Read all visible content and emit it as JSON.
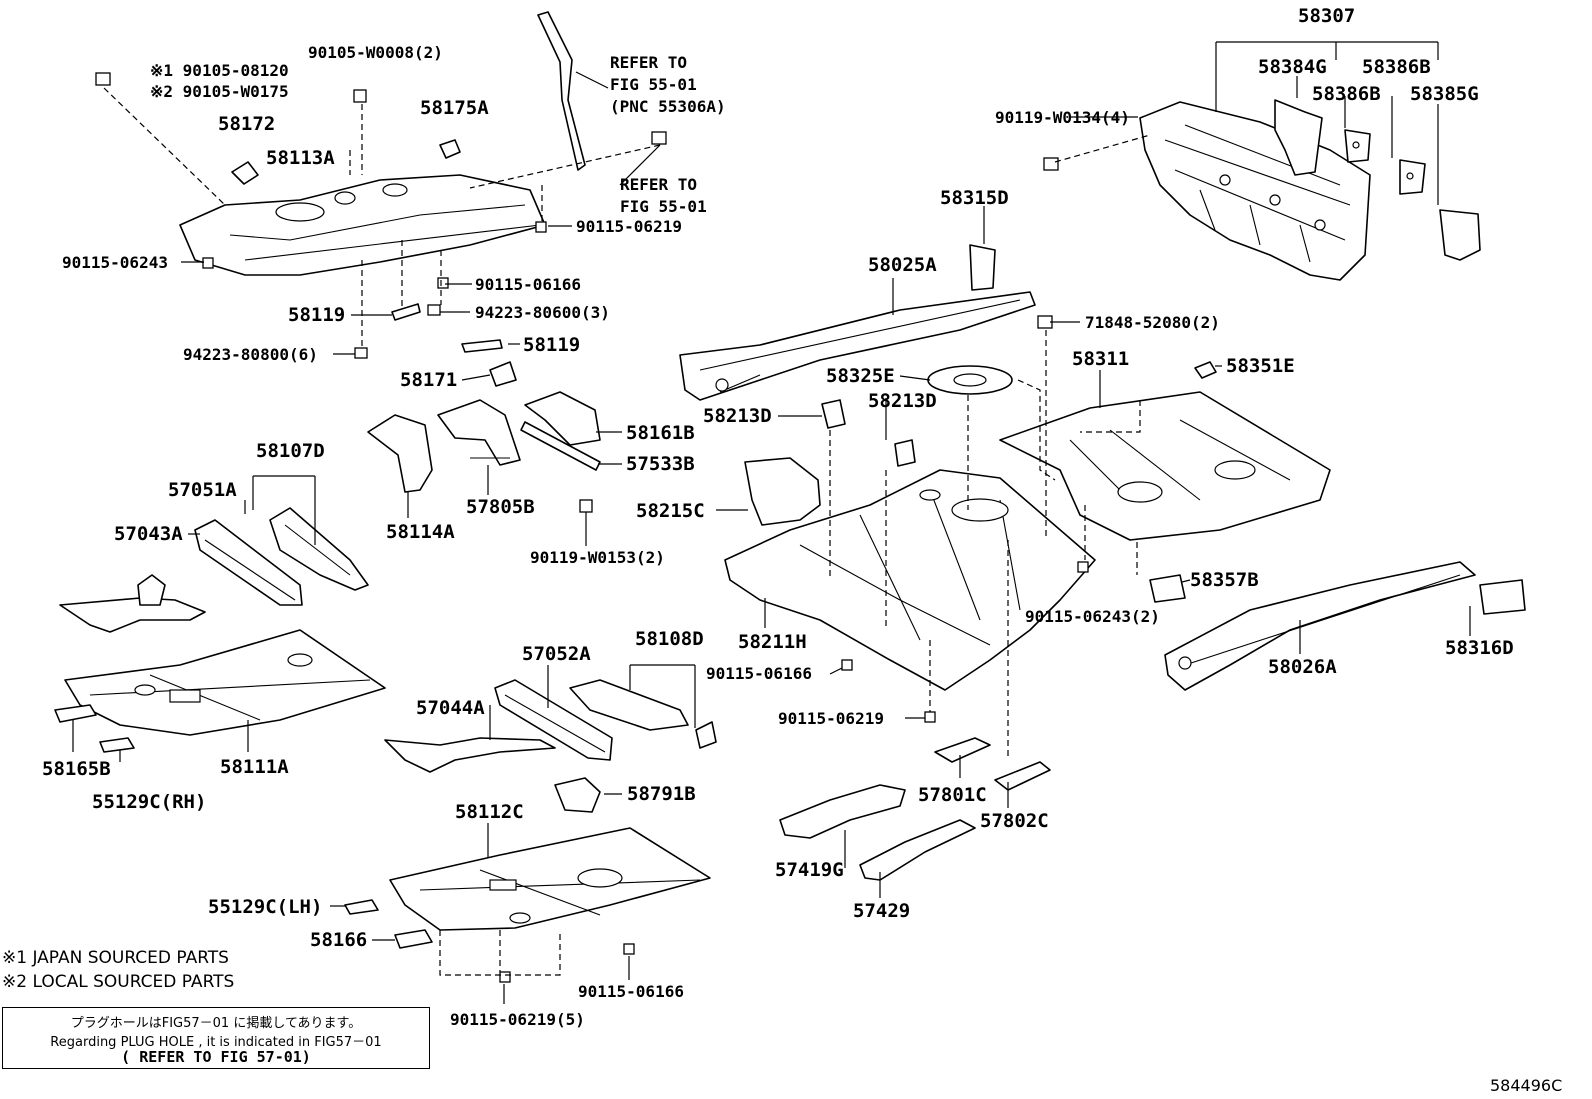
{
  "diagram_id": "584496C",
  "legend": {
    "japan": "※1 JAPAN SOURCED PARTS",
    "local": "※2 LOCAL SOURCED PARTS"
  },
  "note_box": {
    "japanese": "プラグホールはFIG57－01 に掲載してあります。",
    "english": "Regarding  PLUG HOLE  , it  is  indicated  in  FIG57－01",
    "refer": "( REFER TO FIG 57-01)"
  },
  "labels": {
    "p58307": "58307",
    "p58384G": "58384G",
    "p58386B_a": "58386B",
    "p58386B_b": "58386B",
    "p58385G": "58385G",
    "p90119W0134": "90119-W0134(4)",
    "p58315D": "58315D",
    "p58025A": "58025A",
    "p71848": "71848-52080(2)",
    "p58311": "58311",
    "p58351E": "58351E",
    "p58325E": "58325E",
    "p58213D_a": "58213D",
    "p58213D_b": "58213D",
    "p58215C": "58215C",
    "p58211H": "58211H",
    "p58357B": "58357B",
    "p90115_06243_2": "90115-06243(2)",
    "p58026A": "58026A",
    "p58316D": "58316D",
    "p90115_06166_c": "90115-06166",
    "p90115_06219_c": "90115-06219",
    "p57801C": "57801C",
    "p57802C": "57802C",
    "p57419G": "57419G",
    "p57429": "57429",
    "p_ref1_l1": "REFER TO",
    "p_ref1_l2": "FIG 55-01",
    "p_ref1_l3": "(PNC 55306A)",
    "p_ref2_l1": "REFER TO",
    "p_ref2_l2": "FIG 55-01",
    "p90105_08120": "※1 90105-08120",
    "p90105_W0175": "※2 90105-W0175",
    "p90105_W0008": "90105-W0008(2)",
    "p58175A": "58175A",
    "p58172": "58172",
    "p58113A": "58113A",
    "p90115_06219_t": "90115-06219",
    "p90115_06243": "90115-06243",
    "p90115_06166_t": "90115-06166",
    "p58119_a": "58119",
    "p94223_80600": "94223-80600(3)",
    "p94223_80800": "94223-80800(6)",
    "p58119_b": "58119",
    "p58171": "58171",
    "p58161B": "58161B",
    "p57533B": "57533B",
    "p58107D": "58107D",
    "p57051A": "57051A",
    "p58114A": "58114A",
    "p57805B": "57805B",
    "p57043A": "57043A",
    "p90119_W0153": "90119-W0153(2)",
    "p58111A": "58111A",
    "p58165B": "58165B",
    "p55129C_RH": "55129C(RH)",
    "p57052A": "57052A",
    "p58108D": "58108D",
    "p57044A": "57044A",
    "p58791B": "58791B",
    "p58112C": "58112C",
    "p55129C_LH": "55129C(LH)",
    "p58166": "58166",
    "p90115_06166_b": "90115-06166",
    "p90115_06219_5": "90115-06219(5)"
  }
}
